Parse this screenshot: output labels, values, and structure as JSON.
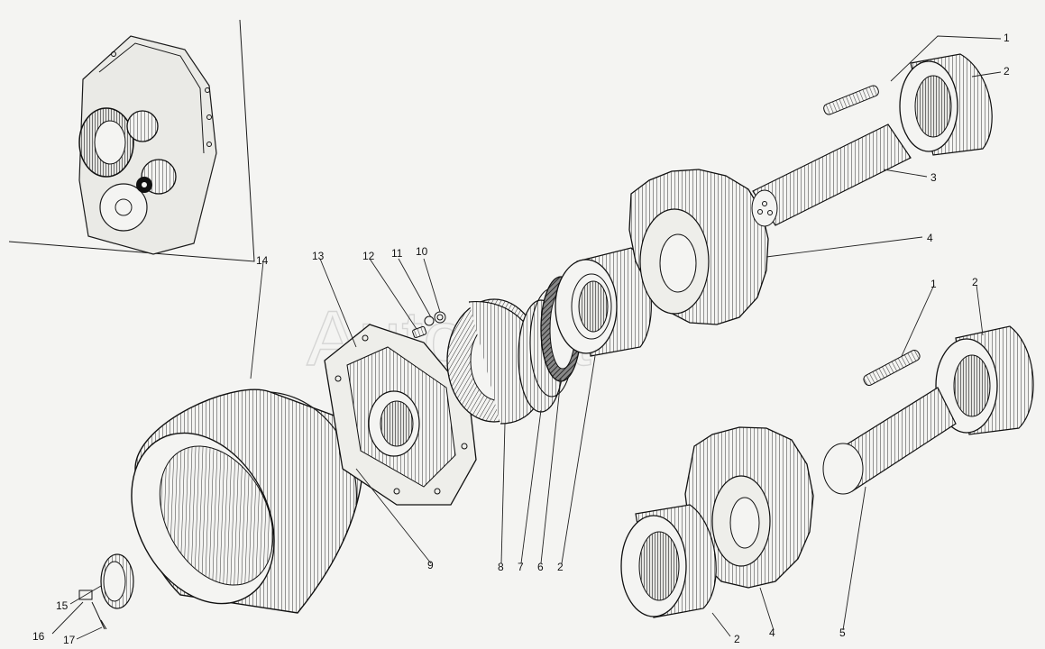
{
  "watermark": {
    "text": "Autosoft"
  },
  "callouts": [
    "1",
    "2",
    "3",
    "4",
    "14",
    "13",
    "12",
    "11",
    "10",
    "1",
    "2",
    "9",
    "8",
    "7",
    "6",
    "2",
    "15",
    "16",
    "17",
    "2",
    "4",
    "5"
  ],
  "colors": {
    "ink": "#1a1a1a",
    "paper": "#f4f4f2",
    "shade": "#6b6b6b"
  }
}
